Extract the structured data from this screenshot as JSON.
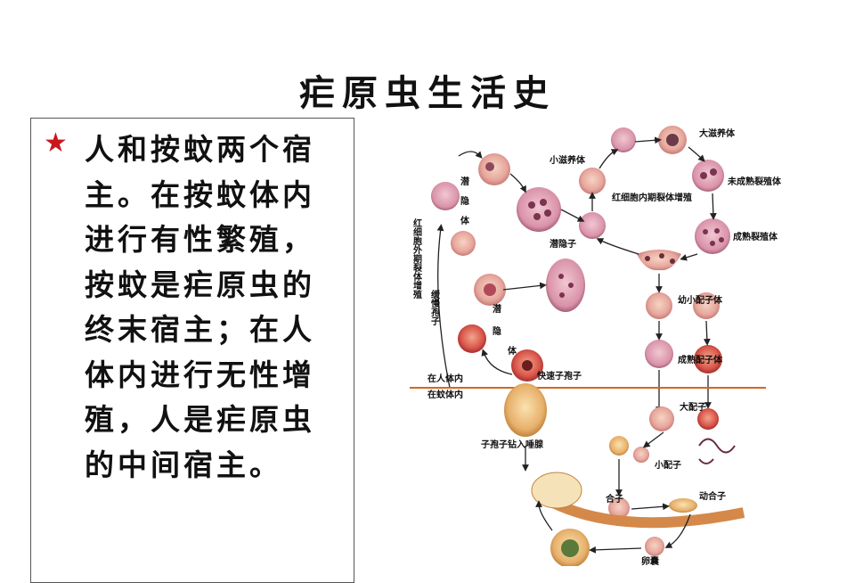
{
  "title": "疟原虫生活史",
  "bullet": {
    "icon": "star-icon",
    "icon_color": "#c8171d",
    "text": "人和按蚊两个宿主。在按蚊体内进行有性繁殖，按蚊是疟原虫的终末宿主；在人体内进行无性增殖，人是疟原虫的中间宿主。"
  },
  "diagram": {
    "labels": {
      "large_trophozoite": "大滋养体",
      "small_trophozoite": "小滋养体",
      "immature_schizont": "未成熟裂殖体",
      "rbc_schizogony": "红细胞内期裂体增殖",
      "mature_schizont": "成熟裂殖体",
      "latent_top_1": "潜",
      "latent_top_2": "隐",
      "latent_top_3": "体",
      "hypnozoite": "潜隐子",
      "exo_erythrocytic": "红细胞外期裂体增殖",
      "slow_sporozoite": "缓慢孢子",
      "latent_mid_1": "潜",
      "latent_mid_2": "隐",
      "latent_mid_3": "体",
      "young_gametocyte": "幼小配子体",
      "mature_gametocyte": "成熟配子体",
      "fast_sporozoite": "快速子孢子",
      "in_human": "在人体内",
      "in_mosquito": "在蚊体内",
      "macrogamete": "大配子",
      "sporozoite_gland": "子孢子钻入唾腺",
      "microgamete": "小配子",
      "zygote": "合子",
      "ookinete": "动合子",
      "oocyst": "卵囊"
    },
    "divider_color": "#d2691e"
  }
}
